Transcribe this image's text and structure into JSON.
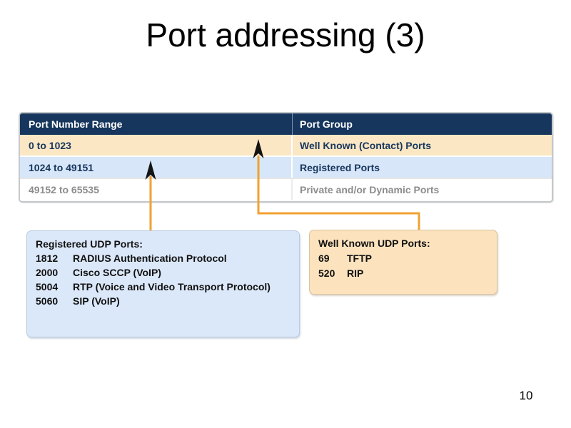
{
  "slide": {
    "title": "Port addressing (3)",
    "page_number": "10"
  },
  "table": {
    "headers": [
      "Port Number Range",
      "Port Group"
    ],
    "rows": [
      {
        "range": "0 to 1023",
        "group": "Well Known (Contact) Ports"
      },
      {
        "range": "1024 to 49151",
        "group": "Registered Ports"
      },
      {
        "range": "49152 to 65535",
        "group": "Private and/or Dynamic Ports"
      }
    ]
  },
  "callouts": {
    "registered": {
      "title": "Registered UDP Ports:",
      "entries": [
        {
          "port": "1812",
          "desc": "RADIUS Authentication Protocol"
        },
        {
          "port": "2000",
          "desc": "Cisco SCCP (VoIP)"
        },
        {
          "port": "5004",
          "desc": "RTP (Voice and Video Transport Protocol)"
        },
        {
          "port": "5060",
          "desc": "SIP (VoIP)"
        }
      ]
    },
    "well_known": {
      "title": "Well Known UDP Ports:",
      "entries": [
        {
          "port": "69",
          "desc": "TFTP"
        },
        {
          "port": "520",
          "desc": "RIP"
        }
      ]
    }
  },
  "colors": {
    "header_bg": "#17365d",
    "row_well_known_bg": "#fbe7c4",
    "row_registered_bg": "#d7e6f8",
    "row_private_text": "#8c8c8c",
    "table_text": "#17365d",
    "connector": "#f0a232",
    "arrowhead": "#141414",
    "callout_blue_bg": "#dbe8f9",
    "callout_tan_bg": "#fce3bd"
  }
}
